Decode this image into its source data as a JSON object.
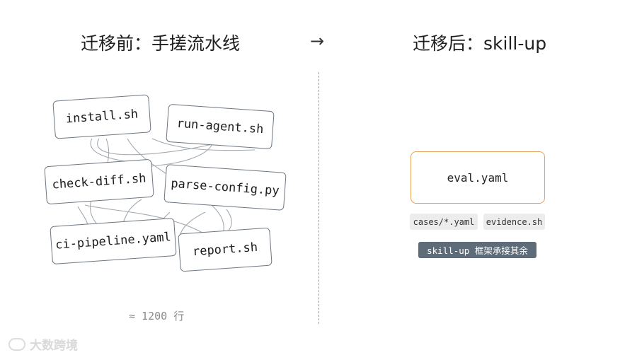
{
  "left_title": "迁移前：手搓流水线",
  "arrow": "→",
  "right_title": "迁移后：skill-up",
  "scripts": [
    {
      "id": "install",
      "label": "install.sh"
    },
    {
      "id": "run-agent",
      "label": "run-agent.sh"
    },
    {
      "id": "check-diff",
      "label": "check-diff.sh"
    },
    {
      "id": "parse-config",
      "label": "parse-config.py"
    },
    {
      "id": "ci-pipeline",
      "label": "ci-pipeline.yaml"
    },
    {
      "id": "report",
      "label": "report.sh"
    }
  ],
  "line_count": "≈ 1200 行",
  "after": {
    "main_file": "eval.yaml",
    "chips": [
      "cases/*.yaml",
      "evidence.sh"
    ],
    "badge": "skill-up 框架承接其余"
  },
  "watermark": "大数跨境",
  "colors": {
    "box_border": "#6d7680",
    "connector": "#9aa1a8",
    "eval_border": "#e8a15a",
    "badge_bg": "#5e6c7a",
    "chip_bg": "#ececec"
  }
}
